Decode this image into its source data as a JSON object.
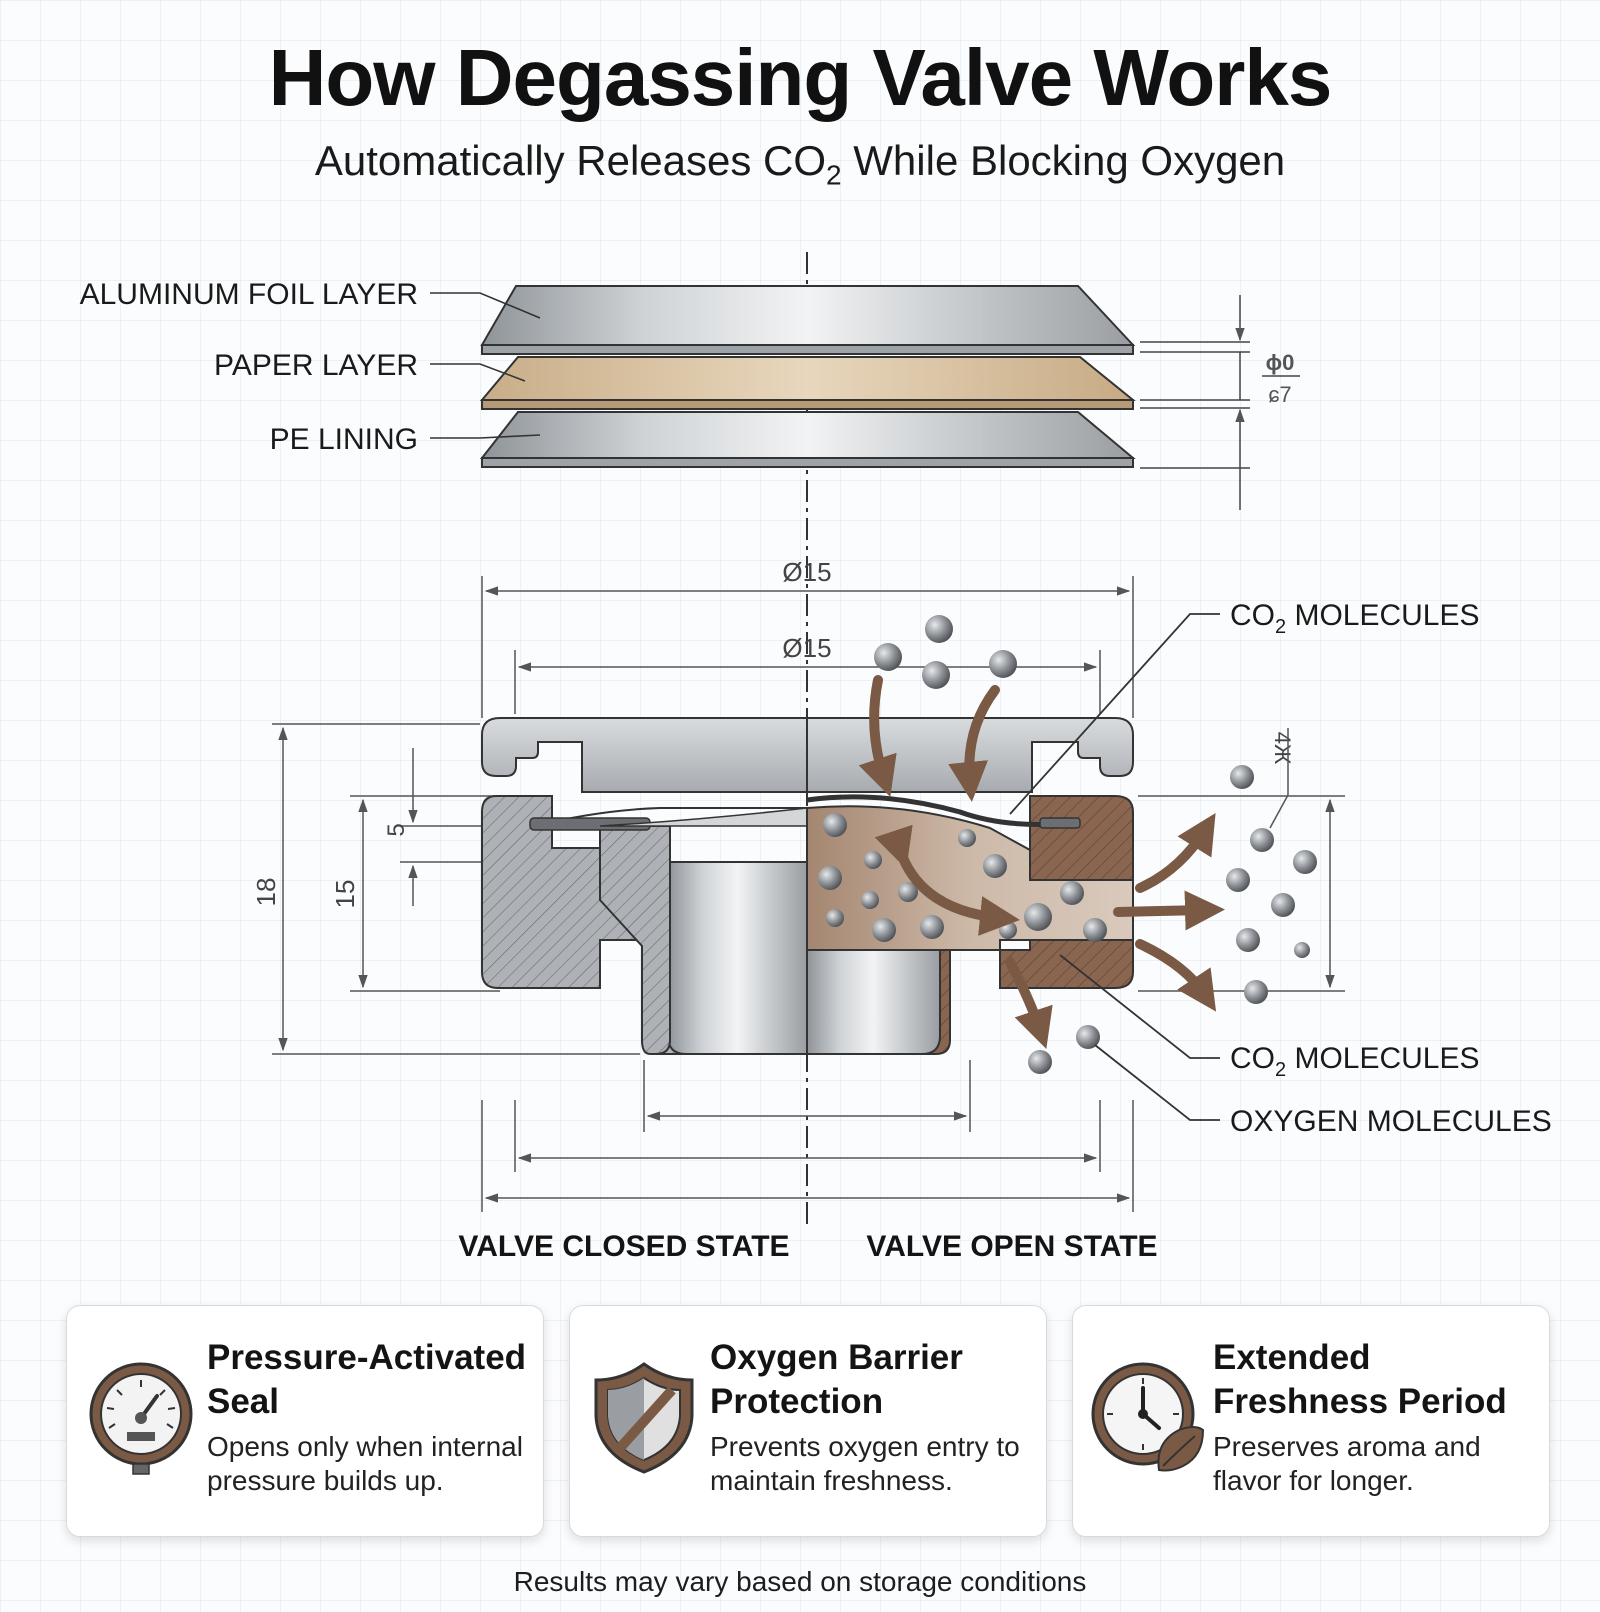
{
  "header": {
    "title": "How Degassing Valve Works",
    "subtitle_prefix": "Automatically Releases CO",
    "subtitle_sub": "2",
    "subtitle_suffix": " While Blocking Oxygen"
  },
  "layers": {
    "foil": "ALUMINUM FOIL LAYER",
    "paper": "PAPER LAYER",
    "pe": "PE LINING",
    "side_mark_top": "ɸ0",
    "side_mark_bottom": "ɕ7"
  },
  "dimensions": {
    "outer_diameter": "Ø15",
    "inner_diameter": "Ø15",
    "height_total": "18",
    "height_body": "15",
    "height_gap": "5",
    "right_mark": "4Ж"
  },
  "callouts": {
    "co2_top_prefix": "CO",
    "co2_top_sub": "2",
    "co2_top_suffix": " MOLECULES",
    "co2_bottom_prefix": "CO",
    "co2_bottom_sub": "2",
    "co2_bottom_suffix": " MOLECULES",
    "oxygen": "OXYGEN MOLECULES"
  },
  "states": {
    "closed": "VALVE CLOSED STATE",
    "open": "VALVE OPEN STATE"
  },
  "colors": {
    "brown": "#7a5a44",
    "metal": "#b4b8bc",
    "paper": "#d9c2a3"
  },
  "cards": [
    {
      "icon": "pressure-gauge-icon",
      "title": "Pressure-Activated Seal",
      "text": "Opens only when internal pressure builds up."
    },
    {
      "icon": "shield-icon",
      "title": "Oxygen Barrier Protection",
      "text": "Prevents oxygen entry to maintain freshness."
    },
    {
      "icon": "clock-leaf-icon",
      "title": "Extended Freshness Period",
      "text": "Preserves aroma and flavor for longer."
    }
  ],
  "footnote": "Results may vary based on storage conditions"
}
